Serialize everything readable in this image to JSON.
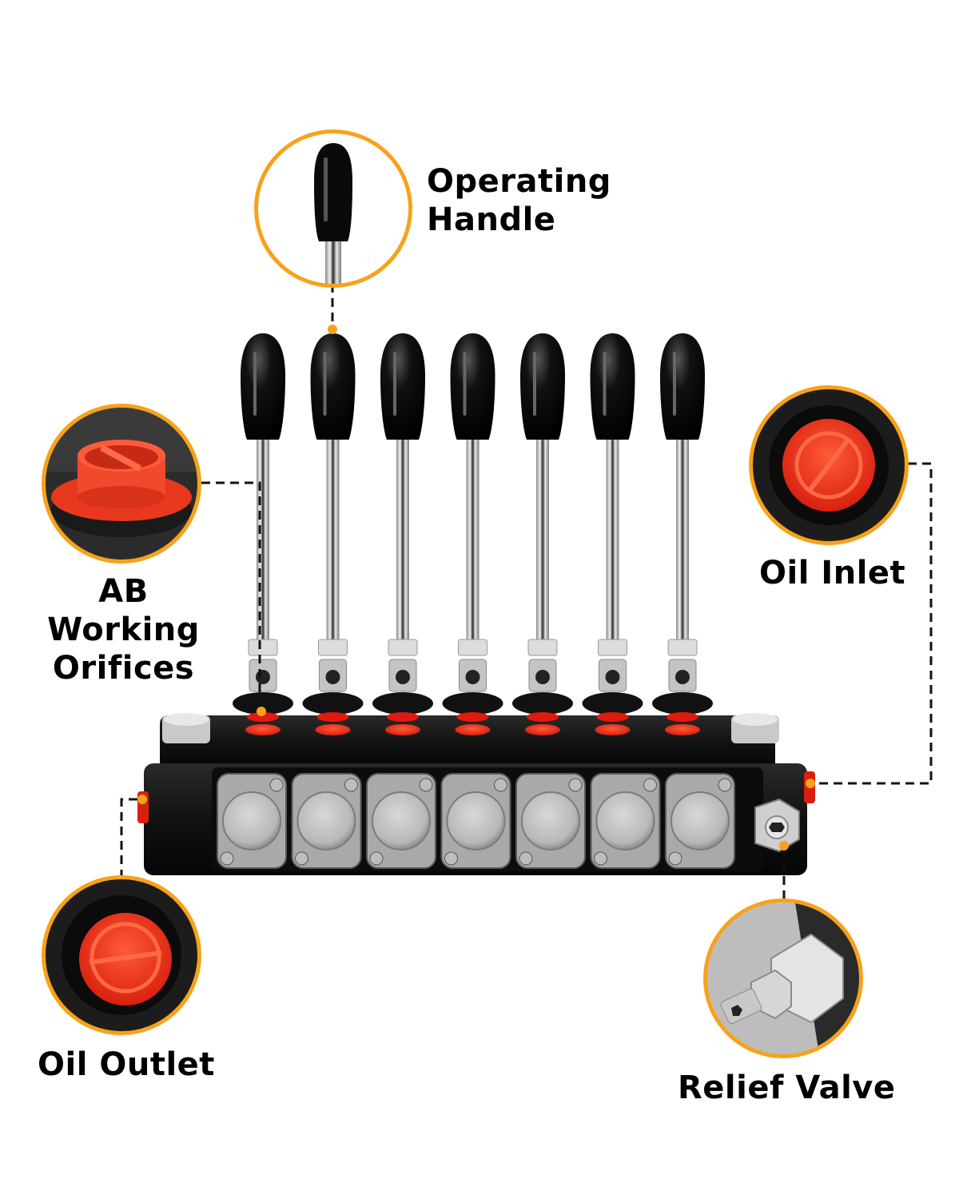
{
  "product": "7-spool hydraulic directional control valve",
  "accent_color": "#f7a21b",
  "spool_count": 7,
  "callouts": [
    {
      "id": "operating-handle",
      "label_line1": "Operating",
      "label_line2": "Handle"
    },
    {
      "id": "ab-working-orifices",
      "label_line1": "AB Working",
      "label_line2": "Orifices"
    },
    {
      "id": "oil-inlet",
      "label_line1": "Oil Inlet",
      "label_line2": ""
    },
    {
      "id": "oil-outlet",
      "label_line1": "Oil Outlet",
      "label_line2": ""
    },
    {
      "id": "relief-valve",
      "label_line1": "Relief Valve",
      "label_line2": ""
    }
  ]
}
